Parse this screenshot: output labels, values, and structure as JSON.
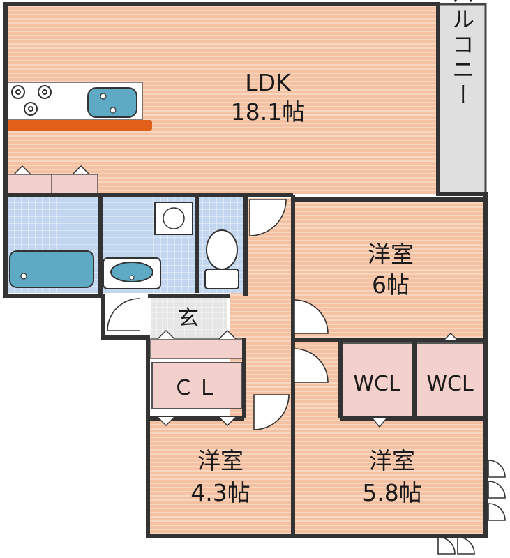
{
  "colors": {
    "floor": "#f4c2a3",
    "floor_stripe": "#f9d6c0",
    "wet_area": "#c3d6ef",
    "closet": "#f4d0cc",
    "balcony": "#dfdfdf",
    "wall": "#333333",
    "counter": "#e0601a",
    "fixture": "#5ea9c4"
  },
  "rooms": {
    "ldk": {
      "name": "LDK",
      "size": "18.1帖"
    },
    "room_a": {
      "name": "洋室",
      "size": "6帖"
    },
    "room_b": {
      "name": "洋室",
      "size": "4.3帖"
    },
    "room_c": {
      "name": "洋室",
      "size": "5.8帖"
    },
    "genkan": {
      "name": "玄"
    },
    "closet": {
      "name": "ＣＬ"
    },
    "wcl_1": {
      "name": "WCL"
    },
    "wcl_2": {
      "name": "WCL"
    },
    "balcony": {
      "name": "バルコニー"
    }
  },
  "icons": [
    "stove-icon",
    "sink-icon",
    "bathtub-icon",
    "washbasin-icon",
    "toilet-icon",
    "washing-machine-icon",
    "door-swing-icon"
  ]
}
